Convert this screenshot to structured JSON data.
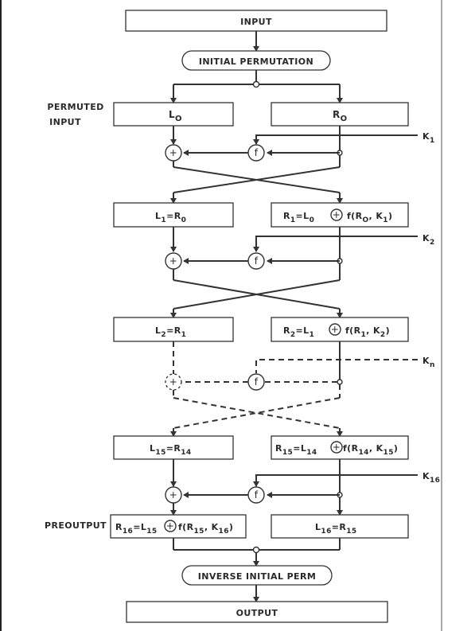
{
  "input": "INPUT",
  "initial_permutation": "INITIAL PERMUTATION",
  "permuted_input_line1": "PERMUTED",
  "permuted_input_line2": "INPUT",
  "preoutput": "PREOUTPUT",
  "inverse_initial_perm": "INVERSE INITIAL PERM",
  "output": "OUTPUT",
  "xor_symbol": "+",
  "f_symbol": "f",
  "rounds": {
    "r0": {
      "left": "L",
      "left_sub": "O",
      "right": "R",
      "right_sub": "O"
    },
    "r1": {
      "left": "L",
      "left_sub": "1",
      "left_eq": "=R",
      "left_eq_sub": "0",
      "right": "R",
      "right_sub": "1",
      "right_rest": "=L",
      "right_rest_sub": "0",
      "right_f": "f(R",
      "right_f_sub": "O",
      "right_k": ", K",
      "right_k_sub": "1",
      "right_close": ")"
    },
    "r2": {
      "left": "L",
      "left_sub": "2",
      "left_eq": "=R",
      "left_eq_sub": "1",
      "right": "R",
      "right_sub": "2",
      "right_rest": "=L",
      "right_rest_sub": "1",
      "right_f": "f(R",
      "right_f_sub": "1",
      "right_k": ", K",
      "right_k_sub": "2",
      "right_close": ")"
    },
    "r15": {
      "left": "L",
      "left_sub": "15",
      "left_eq": "=R",
      "left_eq_sub": "14",
      "right": "R",
      "right_sub": "15",
      "right_rest": "=L",
      "right_rest_sub": "14",
      "right_f": "f(R",
      "right_f_sub": "14",
      "right_k": ", K",
      "right_k_sub": "15",
      "right_close": ")"
    },
    "r16": {
      "left": "R",
      "left_sub": "16",
      "left_rest": "=L",
      "left_rest_sub": "15",
      "left_f": "f(R",
      "left_f_sub": "15",
      "left_k": ", K",
      "left_k_sub": "16",
      "left_close": ")",
      "right": "L",
      "right_sub": "16",
      "right_eq": "=R",
      "right_eq_sub": "15"
    }
  },
  "keys": {
    "k1": {
      "base": "K",
      "sub": "1"
    },
    "k2": {
      "base": "K",
      "sub": "2"
    },
    "kn": {
      "base": "K",
      "sub": "n"
    },
    "k16": {
      "base": "K",
      "sub": "16"
    }
  }
}
